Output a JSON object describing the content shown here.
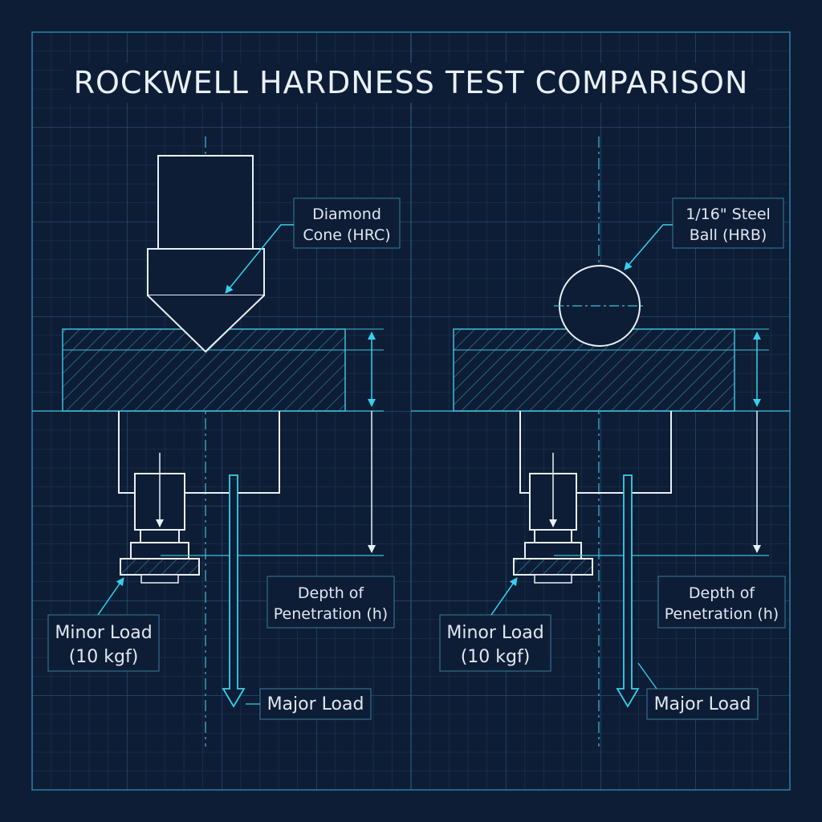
{
  "title": "ROCKWELL HARDNESS TEST COMPARISON",
  "colors": {
    "background": "#0e1d36",
    "grid_minor": "#1b3a5a",
    "grid_major": "#24577a",
    "hatch": "#3fbfd8",
    "outline_white": "#e8f0f8",
    "arrow_cyan": "#35d0ea",
    "label_box": "#2f6d8a",
    "text": "#dfe8f2"
  },
  "left_panel": {
    "indenter_label": [
      "Diamond",
      "Cone (HRC)"
    ],
    "minor_load_label": [
      "Minor Load",
      "(10 kgf)"
    ],
    "depth_label": [
      "Depth of",
      "Penetration (h)"
    ],
    "major_load_label": "Major Load"
  },
  "right_panel": {
    "indenter_label": [
      "1/16\" Steel",
      "Ball (HRB)"
    ],
    "minor_load_label": [
      "Minor Load",
      "(10 kgf)"
    ],
    "depth_label": [
      "Depth of",
      "Penetration (h)"
    ],
    "major_load_label": "Major Load"
  }
}
